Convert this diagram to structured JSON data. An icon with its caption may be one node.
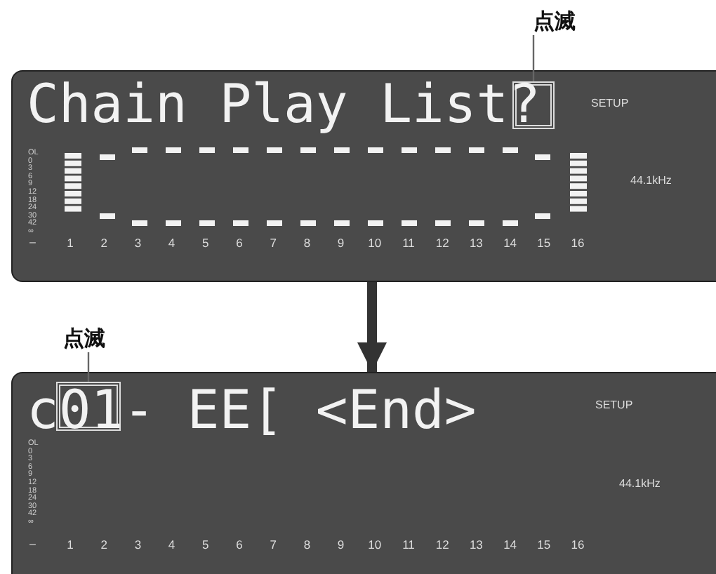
{
  "diagram": {
    "nodes": [
      {
        "text": [
          "点滅"
        ]
      },
      {
        "text": [
          "Chain Play List?",
          "SETUP",
          "44.1kHz"
        ]
      },
      {
        "text": [],
        "shape": "box",
        "in": 1
      },
      {
        "text": [
          "点滅"
        ]
      },
      {
        "text": [
          "c01- EE[ <End>",
          "SETUP",
          "44.1kHz"
        ]
      },
      {
        "text": [],
        "shape": "box",
        "in": 4
      }
    ],
    "edges": [
      {
        "from": 0,
        "to": 2,
        "arrow": "none"
      },
      {
        "from": 1,
        "to": 4,
        "arrow": "to",
        "style": "thick"
      },
      {
        "from": 3,
        "to": 5,
        "arrow": "none"
      }
    ],
    "labels": [
      "OL",
      "0",
      "3",
      "6",
      "9",
      "12",
      "18",
      "24",
      "30",
      "42",
      "∞",
      "–",
      "1",
      "2",
      "3",
      "4",
      "5",
      "6",
      "7",
      "8",
      "9",
      "10",
      "11",
      "12",
      "13",
      "14",
      "15",
      "16",
      "OL",
      "0",
      "3",
      "6",
      "9",
      "12",
      "18",
      "24",
      "30",
      "42",
      "∞",
      "–",
      "1",
      "2",
      "3",
      "4",
      "5",
      "6",
      "7",
      "8",
      "9",
      "10",
      "11",
      "12",
      "13",
      "14",
      "15",
      "16"
    ]
  }
}
